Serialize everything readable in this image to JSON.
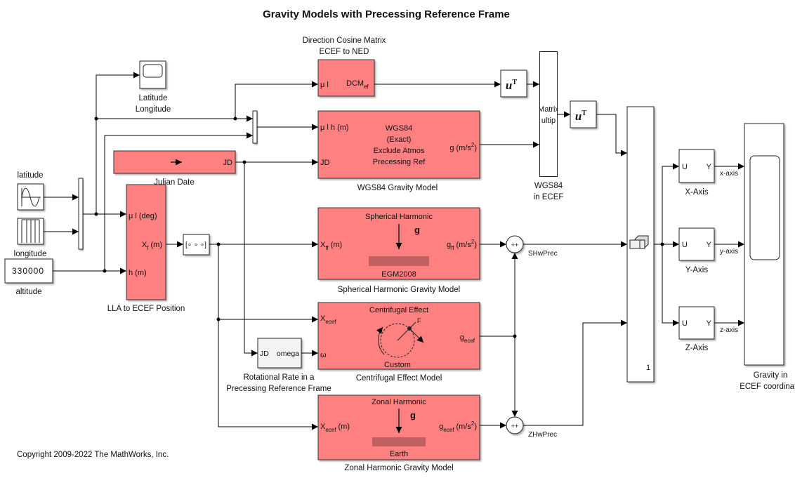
{
  "title": "Gravity Models with Precessing Reference Frame",
  "copyright": "Copyright 2009-2022 The MathWorks, Inc.",
  "colors": {
    "model_block": "#ff8080",
    "wire": "#000000",
    "plain_block": "#ffffff"
  },
  "blocks": {
    "scope_latlon": {
      "label_line1": "Latitude",
      "label_line2": "Longitude",
      "icon": "scope-icon"
    },
    "latitude": {
      "label": "latitude",
      "icon": "sine-wave-icon"
    },
    "longitude": {
      "label": "longitude",
      "icon": "repeating-sequence-icon"
    },
    "altitude": {
      "value": "330000",
      "label": "altitude"
    },
    "julian_date": {
      "port_out": "JD",
      "label": "Julian Date",
      "icon": "arrow-right-icon"
    },
    "lla_to_ecef": {
      "port_in1": "μ l (deg)",
      "port_in2": "h (m)",
      "port_out": "X",
      "port_out_sub": "f",
      "port_out_unit": "(m)",
      "label": "LLA to ECEF Position"
    },
    "reshape": {
      "icon": "reshape-icon"
    },
    "dcm": {
      "label_line1": "Direction Cosine Matrix",
      "label_line2": "ECEF to NED",
      "port_in": "μ l",
      "port_out": "DCM",
      "port_out_sub": "ef"
    },
    "wgs84": {
      "port_in1": "μ l h (m)",
      "port_in2": "JD",
      "line1": "WGS84",
      "line2": "(Exact)",
      "line3": "Exclude Atmos",
      "line4": "Precessing Ref",
      "port_out": "g (m/s",
      "port_out_sup": "2",
      "port_out_end": ")",
      "label": "WGS84 Gravity Model"
    },
    "transpose1": {
      "text": "u",
      "sup": "T"
    },
    "transpose2": {
      "text": "u",
      "sup": "T"
    },
    "matrix_multiply": {
      "text_line1": "Matrix",
      "text_line2": "ultip",
      "label_line1": "WGS84",
      "label_line2": "in ECEF"
    },
    "spherical": {
      "title": "Spherical Harmonic",
      "g": "g",
      "model": "EGM2008",
      "port_in": "X",
      "port_in_sub": "ff",
      "port_in_unit": "(m)",
      "port_out": "g",
      "port_out_sub": "ff",
      "port_out_unit": "(m/s",
      "port_out_sup": "2",
      "port_out_end": ")",
      "label": "Spherical Harmonic Gravity Model"
    },
    "centrifugal": {
      "title": "Centrifugal Effect",
      "force": "F",
      "model": "Custom",
      "port_in1": "X",
      "port_in1_sub": "ecef",
      "port_in2": "ω",
      "port_out": "g",
      "port_out_sub": "ecef",
      "label": "Centrifugal Effect Model"
    },
    "zonal": {
      "title": "Zonal Harmonic",
      "g": "g",
      "model": "Earth",
      "port_in": "X",
      "port_in_sub": "ecef",
      "port_in_unit": "(m)",
      "port_out": "g",
      "port_out_sub": "ecef",
      "port_out_unit": "(m/s",
      "port_out_sup": "2",
      "port_out_end": ")",
      "label": "Zonal Harmonic Gravity Model"
    },
    "rot_rate": {
      "port_in": "JD",
      "port_out": "omega",
      "label_line1": "Rotational Rate in a",
      "label_line2": "Precessing Reference Frame"
    },
    "sum1": {
      "signs": "++",
      "signal": "SHwPrec"
    },
    "sum2": {
      "signs": "++",
      "signal": "ZHwPrec"
    },
    "concat": {
      "dim": "1",
      "icon": "matrix-concatenate-icon"
    },
    "x_axis": {
      "in": "U",
      "out": "Y",
      "label": "X-Axis",
      "signal": "x-axis"
    },
    "y_axis": {
      "in": "U",
      "out": "Y",
      "label": "Y-Axis",
      "signal": "y-axis"
    },
    "z_axis": {
      "in": "U",
      "out": "Y",
      "label": "Z-Axis",
      "signal": "z-axis"
    },
    "gravity_scope": {
      "label_line1": "Gravity in",
      "label_line2": "ECEF coordinate",
      "icon": "scope-icon"
    }
  }
}
